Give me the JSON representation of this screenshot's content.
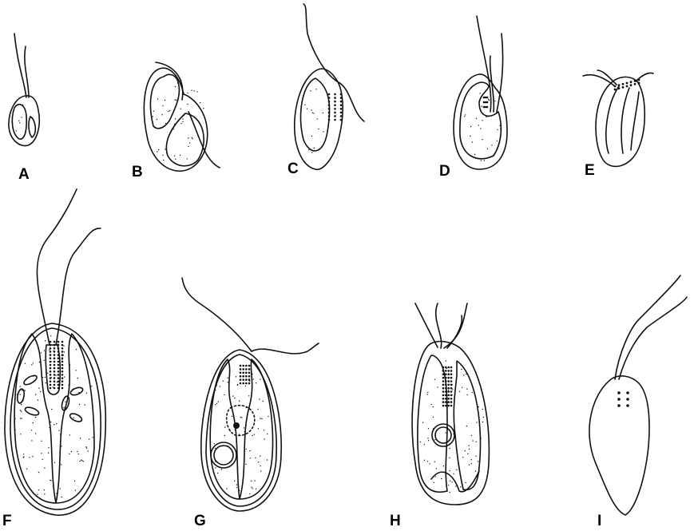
{
  "figure": {
    "panels": [
      {
        "id": "A",
        "label": "A"
      },
      {
        "id": "B",
        "label": "B"
      },
      {
        "id": "C",
        "label": "C"
      },
      {
        "id": "D",
        "label": "D"
      },
      {
        "id": "E",
        "label": "E"
      },
      {
        "id": "F",
        "label": "F"
      },
      {
        "id": "G",
        "label": "G"
      },
      {
        "id": "H",
        "label": "H"
      },
      {
        "id": "I",
        "label": "I"
      }
    ]
  },
  "colors": {
    "line": "#111111",
    "background": "#ffffff"
  }
}
